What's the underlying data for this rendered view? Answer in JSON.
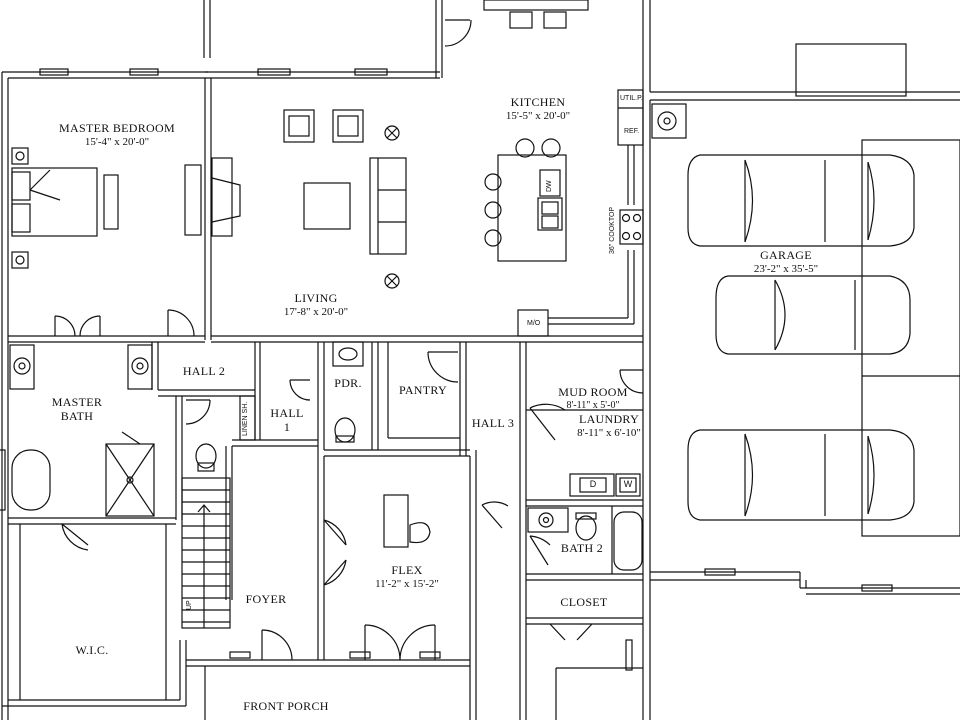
{
  "rooms": {
    "master_bedroom": {
      "name": "MASTER BEDROOM",
      "dim": "15'-4\" x 20'-0\""
    },
    "living": {
      "name": "LIVING",
      "dim": "17'-8\" x 20'-0\""
    },
    "kitchen": {
      "name": "KITCHEN",
      "dim": "15'-5\" x 20'-0\""
    },
    "garage": {
      "name": "GARAGE",
      "dim": "23'-2\" x 35'-5\""
    },
    "hall_2": {
      "name": "HALL 2"
    },
    "master_bath": {
      "name": "MASTER",
      "name2": "BATH"
    },
    "hall_1": {
      "name": "HALL",
      "name2": "1"
    },
    "pdr": {
      "name": "PDR."
    },
    "pantry": {
      "name": "PANTRY"
    },
    "hall_3": {
      "name": "HALL 3"
    },
    "mud_room": {
      "name": "MUD ROOM",
      "dim": "8'-11\" x 5'-0\""
    },
    "laundry": {
      "name": "LAUNDRY",
      "dim": "8'-11\" x 6'-10\""
    },
    "flex": {
      "name": "FLEX",
      "dim": "11'-2\" x 15'-2\""
    },
    "bath_2": {
      "name": "BATH 2"
    },
    "closet": {
      "name": "CLOSET"
    },
    "foyer": {
      "name": "FOYER"
    },
    "wic": {
      "name": "W.I.C."
    },
    "front_porch": {
      "name": "FRONT PORCH"
    }
  },
  "annotations": {
    "util_p": "UTIL.P.",
    "ref": "REF.",
    "dw": "DW",
    "cooktop": "36\" COOKTOP",
    "mo": "M/O",
    "linen_sh": "LINEN SH.",
    "up": "UP",
    "dryer": "D",
    "washer": "W"
  },
  "colors": {
    "line": "#111111",
    "background": "#ffffff"
  }
}
